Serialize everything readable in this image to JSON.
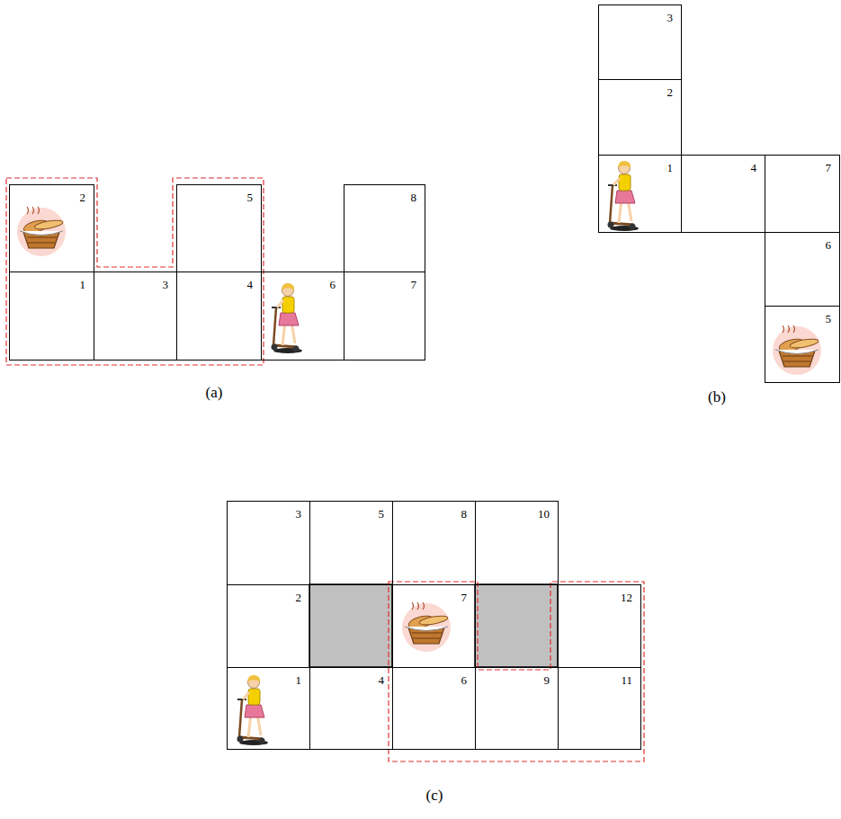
{
  "diagram": {
    "nodes": [
      {
        "text": [
          "2"
        ]
      },
      {
        "text": [
          "5"
        ]
      },
      {
        "text": [
          "8"
        ]
      },
      {
        "text": [
          "1"
        ]
      },
      {
        "text": [
          "3"
        ]
      },
      {
        "text": [
          "4"
        ]
      },
      {
        "text": [
          "6"
        ]
      },
      {
        "text": [
          "7"
        ]
      },
      {
        "text": [
          "3"
        ]
      },
      {
        "text": [
          "2"
        ]
      },
      {
        "text": [
          "1"
        ]
      },
      {
        "text": [
          "4"
        ]
      },
      {
        "text": [
          "7"
        ]
      },
      {
        "text": [
          "6"
        ]
      },
      {
        "text": [
          "5"
        ]
      },
      {
        "text": [
          "3"
        ]
      },
      {
        "text": [
          "5"
        ]
      },
      {
        "text": [
          "8"
        ]
      },
      {
        "text": [
          "10"
        ]
      },
      {
        "text": [
          "2"
        ]
      },
      {
        "text": [
          "7"
        ]
      },
      {
        "text": [
          "12"
        ]
      },
      {
        "text": [
          "1"
        ]
      },
      {
        "text": [
          "4"
        ]
      },
      {
        "text": [
          "6"
        ]
      },
      {
        "text": [
          "9"
        ]
      },
      {
        "text": [
          "11"
        ]
      }
    ],
    "labels": [
      "(a)",
      "(b)",
      "(c)"
    ]
  }
}
